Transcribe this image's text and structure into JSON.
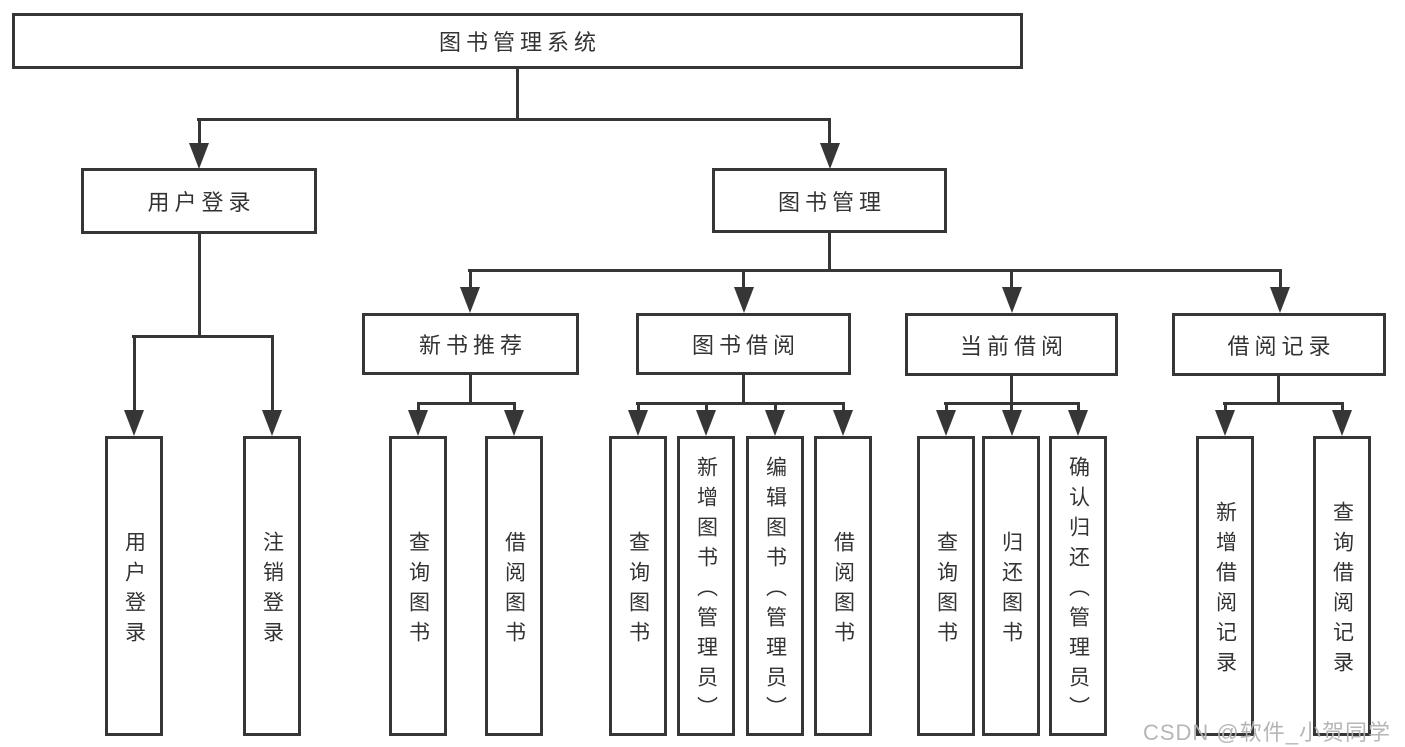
{
  "diagram": {
    "root": {
      "label": "图书管理系统"
    },
    "login": {
      "label": "用户登录",
      "children": [
        "用户登录",
        "注销登录"
      ]
    },
    "management": {
      "label": "图书管理"
    },
    "recommend": {
      "label": "新书推荐",
      "children": [
        "查询图书",
        "借阅图书"
      ]
    },
    "borrow": {
      "label": "图书借阅",
      "children": [
        "查询图书",
        "新增图书（管理员）",
        "编辑图书（管理员）",
        "借阅图书"
      ]
    },
    "current": {
      "label": "当前借阅",
      "children": [
        "查询图书",
        "归还图书",
        "确认归还（管理员）"
      ]
    },
    "records": {
      "label": "借阅记录",
      "children": [
        "新增借阅记录",
        "查询借阅记录"
      ]
    }
  },
  "watermark": {
    "text": "CSDN @软件_小贺同学"
  },
  "colors": {
    "line": "#363636",
    "text": "#333333",
    "background": "#ffffff",
    "watermark": "#b2b2b2"
  }
}
